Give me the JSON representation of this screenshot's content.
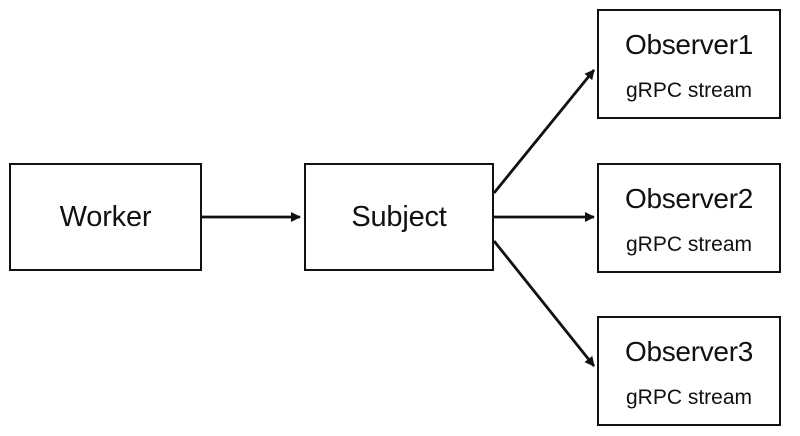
{
  "diagram": {
    "worker": {
      "label": "Worker"
    },
    "subject": {
      "label": "Subject"
    },
    "observers": [
      {
        "title": "Observer1",
        "subtitle": "gRPC stream"
      },
      {
        "title": "Observer2",
        "subtitle": "gRPC stream"
      },
      {
        "title": "Observer3",
        "subtitle": "gRPC stream"
      }
    ],
    "edges": [
      {
        "from": "Worker",
        "to": "Subject"
      },
      {
        "from": "Subject",
        "to": "Observer1"
      },
      {
        "from": "Subject",
        "to": "Observer2"
      },
      {
        "from": "Subject",
        "to": "Observer3"
      }
    ],
    "colors": {
      "stroke": "#111111",
      "background": "#ffffff"
    }
  }
}
